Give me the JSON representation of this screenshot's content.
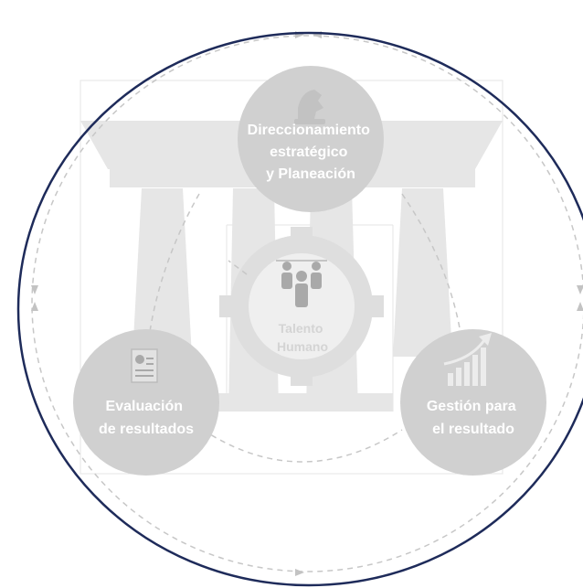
{
  "colors": {
    "outer_ring": "#1e2b5a",
    "dashed": "#bfbfbf",
    "temple": "#e6e6e6",
    "node": "#d0d0d0",
    "center_disc": "#efefef",
    "label": "#ffffff",
    "center_label": "#d4d4d4",
    "icon": "#a9a9a9"
  },
  "nodes": {
    "top": {
      "lines": [
        "Direccionamiento",
        "estratégico",
        "y Planeación"
      ],
      "icon": "chess-knight-icon"
    },
    "center": {
      "lines": [
        "Talento",
        "Humano"
      ],
      "icon": "people-group-icon"
    },
    "left": {
      "lines": [
        "Evaluación",
        "de resultados"
      ],
      "icon": "report-document-icon"
    },
    "right": {
      "lines": [
        "Gestión para",
        "el resultado"
      ],
      "icon": "growth-bar-chart-icon"
    }
  }
}
